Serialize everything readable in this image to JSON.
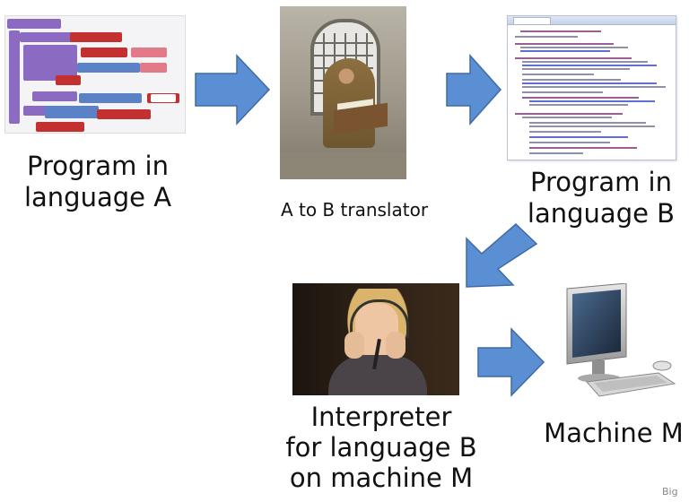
{
  "labels": {
    "program_a": [
      "Program in",
      "language A"
    ],
    "translator": "A to B translator",
    "program_b": [
      "Program in",
      "language B"
    ],
    "interpreter": [
      "Interpreter",
      "for language B",
      "on machine M"
    ],
    "machine": "Machine M",
    "corner": "Big"
  },
  "colors": {
    "arrow_fill": "#5b8fd4",
    "arrow_stroke": "#3f6aa5",
    "text": "#111111"
  },
  "icons": [
    "block-program-image",
    "scribe-image",
    "code-window-image",
    "interpreter-photo",
    "computer-icon"
  ]
}
